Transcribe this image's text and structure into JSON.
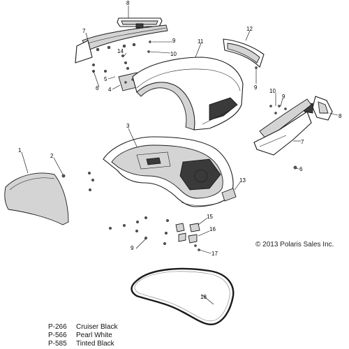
{
  "callouts": {
    "c1": "1",
    "c2": "2",
    "c3": "3",
    "c4": "4",
    "c5": "5",
    "c6a": "6",
    "c6b": "6",
    "c7a": "7",
    "c7b": "7",
    "c8a": "8",
    "c8b": "8",
    "c9a": "9",
    "c9b": "9",
    "c9c": "9",
    "c9d": "9",
    "c10a": "10",
    "c10b": "10",
    "c11": "11",
    "c12": "12",
    "c13": "13",
    "c14": "14",
    "c15": "15",
    "c16": "16",
    "c17": "17",
    "c18": "18"
  },
  "copyright": "© 2013 Polaris Sales Inc.",
  "legend": [
    {
      "code": "P-266",
      "name": "Cruiser Black"
    },
    {
      "code": "P-566",
      "name": "Pearl White"
    },
    {
      "code": "P-585",
      "name": "Tinted Black"
    }
  ]
}
